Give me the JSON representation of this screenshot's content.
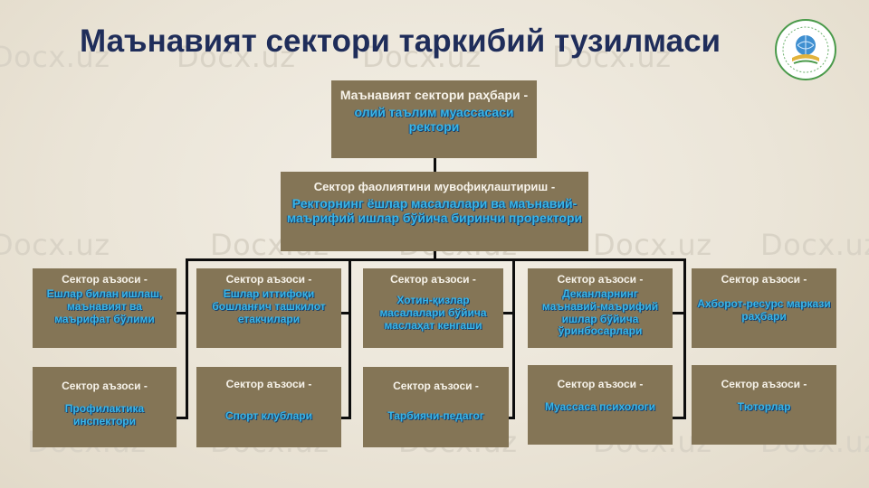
{
  "title": "Маънавият сектори таркибий тузилмаси",
  "watermark": "Docx.uz",
  "head": {
    "lead": "Маънавият сектори раҳбари -",
    "role": "олий таълим муассасаси ректори"
  },
  "coordinator": {
    "lead": "Сектор фаолиятини мувофиқлаштириш -",
    "role": "Ректорнинг ёшлар масалалари ва маънавий-маърифий ишлар бўйича биринчи проректори"
  },
  "members_row1": [
    {
      "lead": "Сектор аъзоси -",
      "role": "Ешлар билан ишлаш, маънавият ва маърифат бўлими"
    },
    {
      "lead": "Сектор аъзоси -",
      "role": "Ешлар иттифоқи бошланғич ташкилот етакчилари"
    },
    {
      "lead": "Сектор аъзоси -",
      "role": "Хотин-қизлар масалалари бўйича маслаҳат кенгаши"
    },
    {
      "lead": "Сектор аъзоси -",
      "role": "Деканларнинг маънавий-маърифий ишлар бўйича ўринбосарлари"
    },
    {
      "lead": "Сектор аъзоси -",
      "role": "Ахборот-ресурс маркази раҳбари"
    }
  ],
  "members_row2": [
    {
      "lead": "Сектор аъзоси -",
      "role": "Профилактика инспектори"
    },
    {
      "lead": "Сектор аъзоси -",
      "role": "Спорт клублари"
    },
    {
      "lead": "Сектор аъзоси -",
      "role": "Тарбиячи-педагог"
    },
    {
      "lead": "Сектор аъзоси -",
      "role": "Муассаса психологи"
    },
    {
      "lead": "Сектор аъзоси -",
      "role": "Тюторлар"
    }
  ],
  "colors": {
    "box": "#847556",
    "role_text": "#37b6ea",
    "title": "#1f2d5a",
    "connector": "#0d0d0d"
  },
  "logo_icon": "university-emblem-icon"
}
